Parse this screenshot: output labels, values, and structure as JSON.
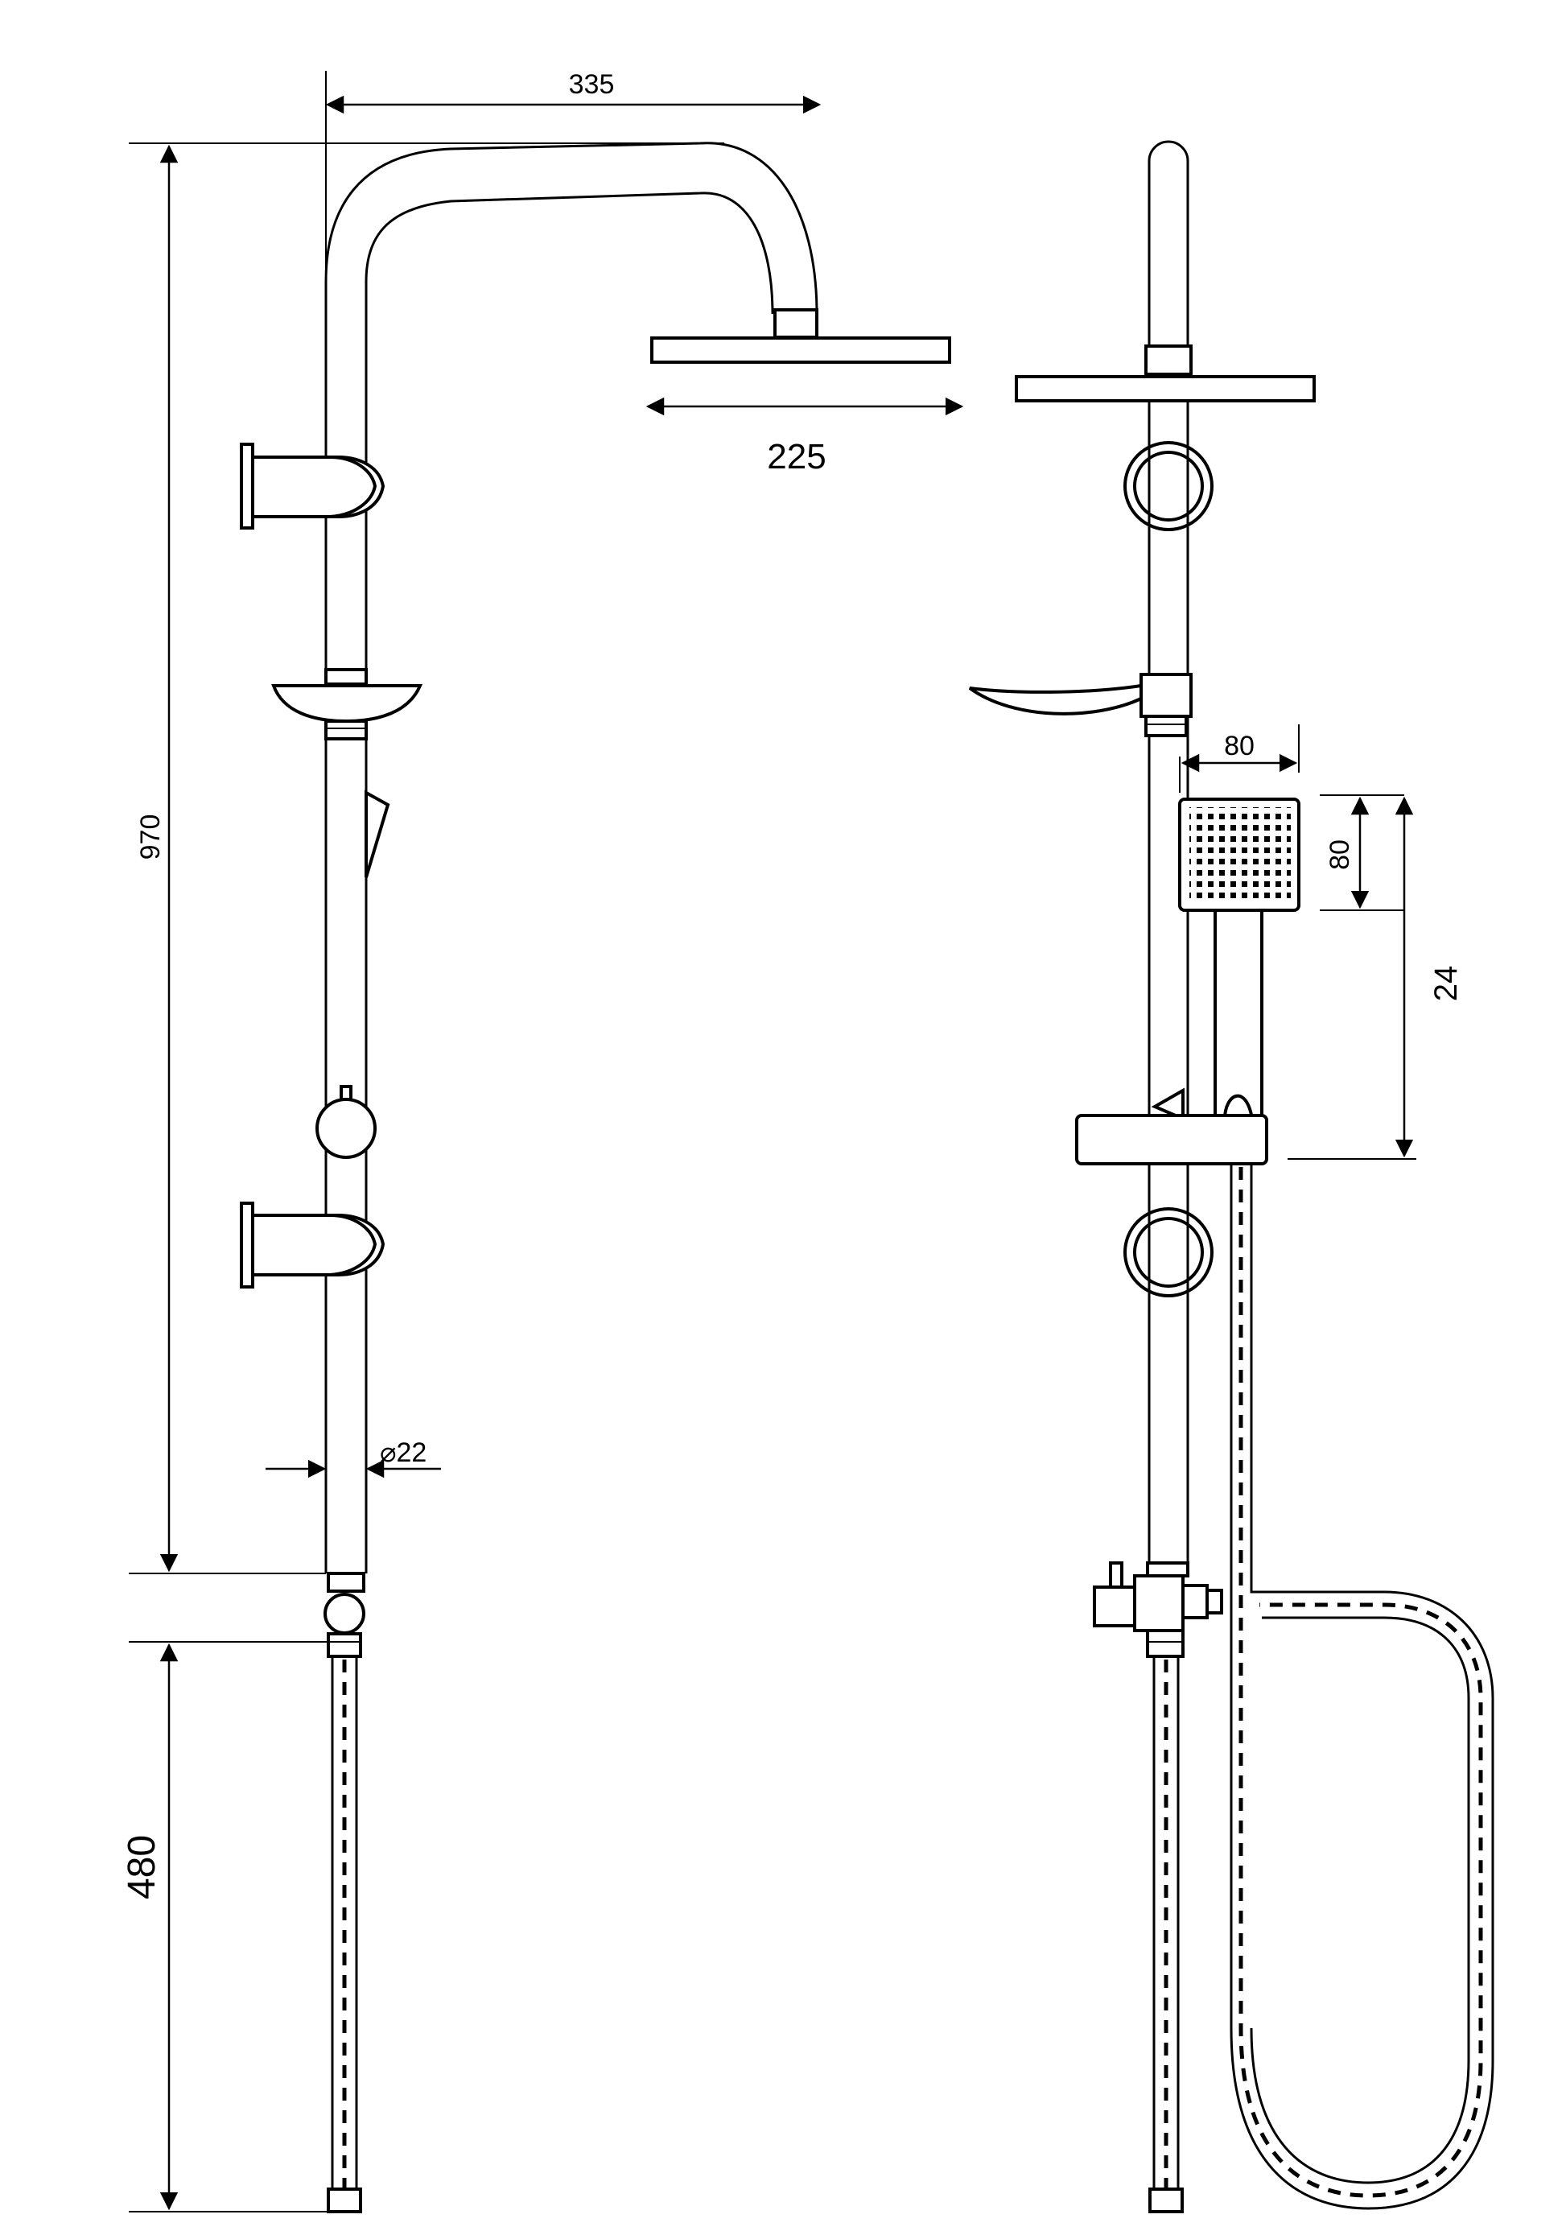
{
  "drawing": {
    "dimensions": {
      "head_arm_reach": "335",
      "head_diameter": "225",
      "column_height": "970",
      "pipe_diameter": "⌀22",
      "hose_length": "480",
      "hand_shower_width": "80",
      "hand_shower_height": "80",
      "slider_offset": "24"
    },
    "colors": {
      "line": "#000000",
      "background": "#ffffff"
    }
  }
}
